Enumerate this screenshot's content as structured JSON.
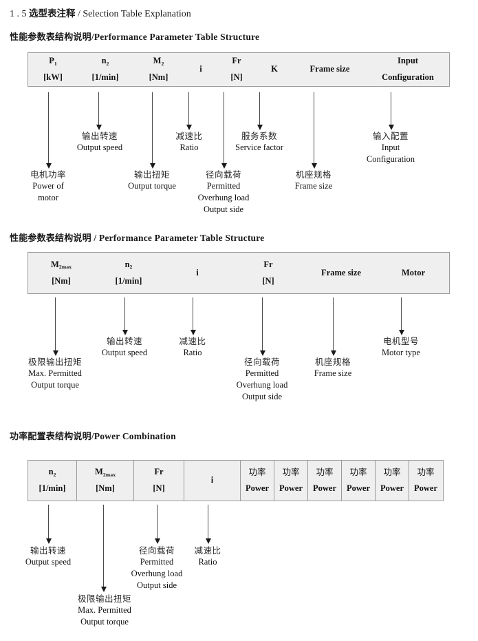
{
  "doc": {
    "section_number": "1 . 5",
    "section_title_cn": "选型表注释",
    "section_separator": "/",
    "section_title_en": "Selection Table Explanation"
  },
  "sections": [
    {
      "heading_cn": "性能参数表结构说明",
      "heading_sep": "/",
      "heading_en": "Performance Parameter Table Structure",
      "table": {
        "columns": [
          {
            "symbol": "P",
            "sub": "1",
            "unit": "[kW]"
          },
          {
            "symbol": "n",
            "sub": "2",
            "unit": "[1/min]"
          },
          {
            "symbol": "M",
            "sub": "2",
            "unit": "[Nm]"
          },
          {
            "symbol": "i",
            "sub": "",
            "unit": ""
          },
          {
            "symbol": "Fr",
            "sub": "",
            "unit": "[N]"
          },
          {
            "symbol": "K",
            "sub": "",
            "unit": ""
          },
          {
            "symbol": "Frame size",
            "sub": "",
            "unit": ""
          },
          {
            "symbol": "Input",
            "sub": "",
            "unit": "Configuration"
          }
        ]
      },
      "notes": [
        {
          "cn": "电机功率",
          "en": [
            "Power of",
            "motor"
          ]
        },
        {
          "cn": "输出转速",
          "en": [
            "Output speed"
          ]
        },
        {
          "cn": "输出扭矩",
          "en": [
            "Output torque"
          ]
        },
        {
          "cn": "减速比",
          "en": [
            "Ratio"
          ]
        },
        {
          "cn": "径向载荷",
          "en": [
            "Permitted",
            "Overhung load",
            "Output side"
          ]
        },
        {
          "cn": "服务系数",
          "en": [
            "Service factor"
          ]
        },
        {
          "cn": "机座规格",
          "en": [
            "Frame size"
          ]
        },
        {
          "cn": "输入配置",
          "en": [
            "Input",
            "Configuration"
          ]
        }
      ]
    },
    {
      "heading_cn": "性能参数表结构说明",
      "heading_sep": "/",
      "heading_en": "Performance Parameter Table Structure",
      "table": {
        "columns": [
          {
            "symbol": "M",
            "sub": "2max",
            "unit": "[Nm]"
          },
          {
            "symbol": "n",
            "sub": "2",
            "unit": "[1/min]"
          },
          {
            "symbol": "i",
            "sub": "",
            "unit": ""
          },
          {
            "symbol": "Fr",
            "sub": "",
            "unit": "[N]"
          },
          {
            "symbol": "Frame size",
            "sub": "",
            "unit": ""
          },
          {
            "symbol": "Motor",
            "sub": "",
            "unit": ""
          }
        ]
      },
      "notes": [
        {
          "cn": "极限输出扭矩",
          "en": [
            "Max. Permitted",
            "Output  torque"
          ]
        },
        {
          "cn": "输出转速",
          "en": [
            "Output speed"
          ]
        },
        {
          "cn": "减速比",
          "en": [
            "Ratio"
          ]
        },
        {
          "cn": "径向载荷",
          "en": [
            "Permitted",
            "Overhung load",
            "Output side"
          ]
        },
        {
          "cn": "机座规格",
          "en": [
            "Frame size"
          ]
        },
        {
          "cn": "电机型号",
          "en": [
            "Motor type"
          ]
        }
      ]
    },
    {
      "heading_cn": "功率配置表结构说明",
      "heading_sep": "/",
      "heading_en": "Power Combination",
      "table": {
        "columns": [
          {
            "symbol": "n",
            "sub": "2",
            "unit": "[1/min]"
          },
          {
            "symbol": "M",
            "sub": "2max",
            "unit": "[Nm]"
          },
          {
            "symbol": "Fr",
            "sub": "",
            "unit": "[N]"
          },
          {
            "symbol": "i",
            "sub": "",
            "unit": ""
          },
          {
            "symbol": "功率",
            "sub": "",
            "unit": "Power"
          },
          {
            "symbol": "功率",
            "sub": "",
            "unit": "Power"
          },
          {
            "symbol": "功率",
            "sub": "",
            "unit": "Power"
          },
          {
            "symbol": "功率",
            "sub": "",
            "unit": "Power"
          },
          {
            "symbol": "功率",
            "sub": "",
            "unit": "Power"
          },
          {
            "symbol": "功率",
            "sub": "",
            "unit": "Power"
          }
        ]
      },
      "notes": [
        {
          "cn": "输出转速",
          "en": [
            "Output speed"
          ]
        },
        {
          "cn": "极限输出扭矩",
          "en": [
            "Max. Permitted",
            "Output  torque"
          ]
        },
        {
          "cn": "径向载荷",
          "en": [
            "Permitted",
            "Overhung load",
            "Output side"
          ]
        },
        {
          "cn": "减速比",
          "en": [
            "Ratio"
          ]
        }
      ]
    }
  ]
}
